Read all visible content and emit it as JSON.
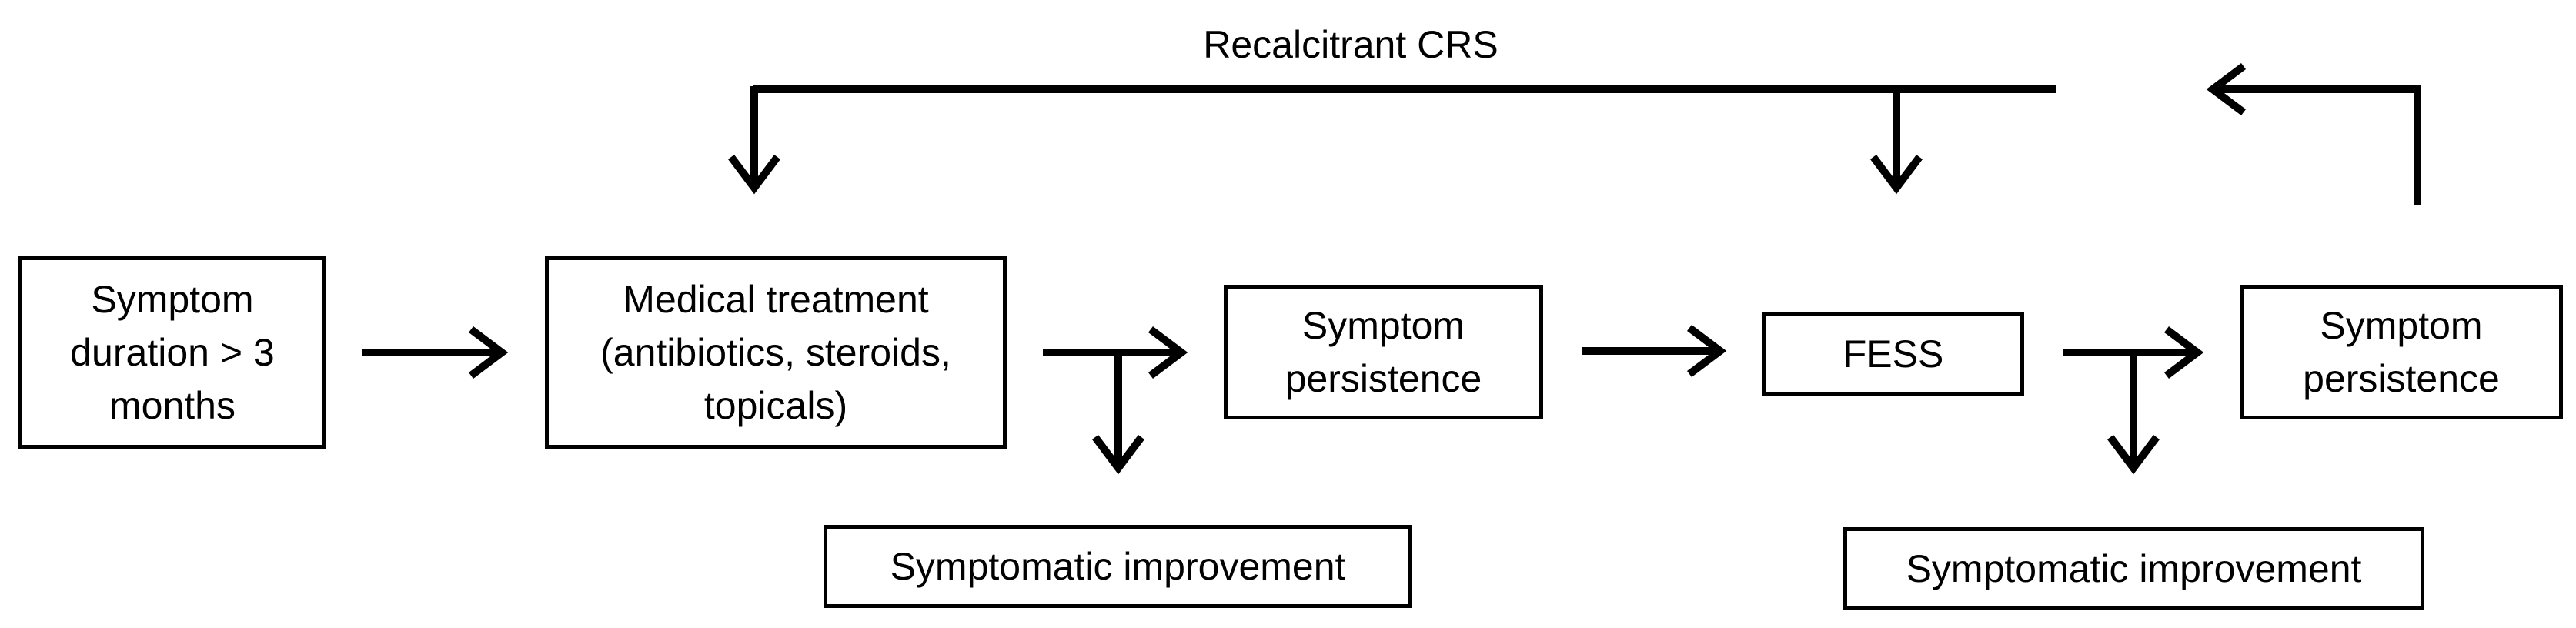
{
  "diagram": {
    "top_label": "Recalcitrant CRS",
    "boxes": {
      "symptom_duration": "Symptom\nduration > 3\nmonths",
      "medical_treatment": "Medical treatment\n(antibiotics, steroids,\ntopicals)",
      "symptom_persistence_1": "Symptom\npersistence",
      "fess": "FESS",
      "symptom_persistence_2": "Symptom\npersistence",
      "symptomatic_improvement_1": "Symptomatic improvement",
      "symptomatic_improvement_2": "Symptomatic improvement"
    }
  }
}
